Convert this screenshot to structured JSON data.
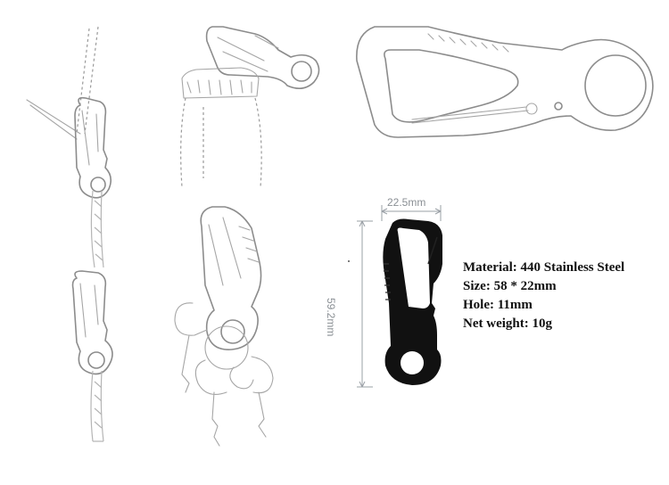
{
  "dimensions": {
    "width_label": "22.5mm",
    "height_label": "59.2mm"
  },
  "specs": {
    "material": "Material: 440 Stainless Steel",
    "size": "Size: 58 * 22mm",
    "hole": "Hole: 11mm",
    "net_weight": "Net weight: 10g"
  },
  "colors": {
    "sketch_line": "#8c8c8c",
    "product_fill": "#111111",
    "dimension_line": "#9aa0a6",
    "text": "#111111"
  }
}
